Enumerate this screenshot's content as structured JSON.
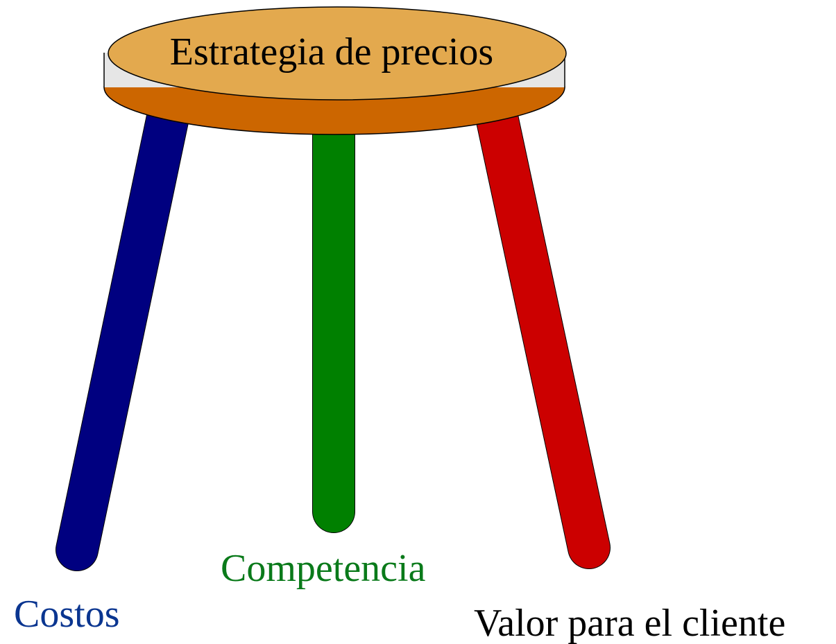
{
  "diagram": {
    "seat": {
      "label": "Estrategia de precios"
    },
    "legs": [
      {
        "id": "costos",
        "label": "Costos",
        "color": "#000080",
        "label_color": "#0a3590"
      },
      {
        "id": "competencia",
        "label": "Competencia",
        "color": "#008000",
        "label_color": "#0a7a1a"
      },
      {
        "id": "valor",
        "label": "Valor para el cliente",
        "color": "#cc0000",
        "label_color": "#000000"
      }
    ],
    "colors": {
      "seat_top": "#e3a94e",
      "seat_side": "#cc6600",
      "seat_rim": "#e6e6e6",
      "outline": "#000000"
    }
  }
}
